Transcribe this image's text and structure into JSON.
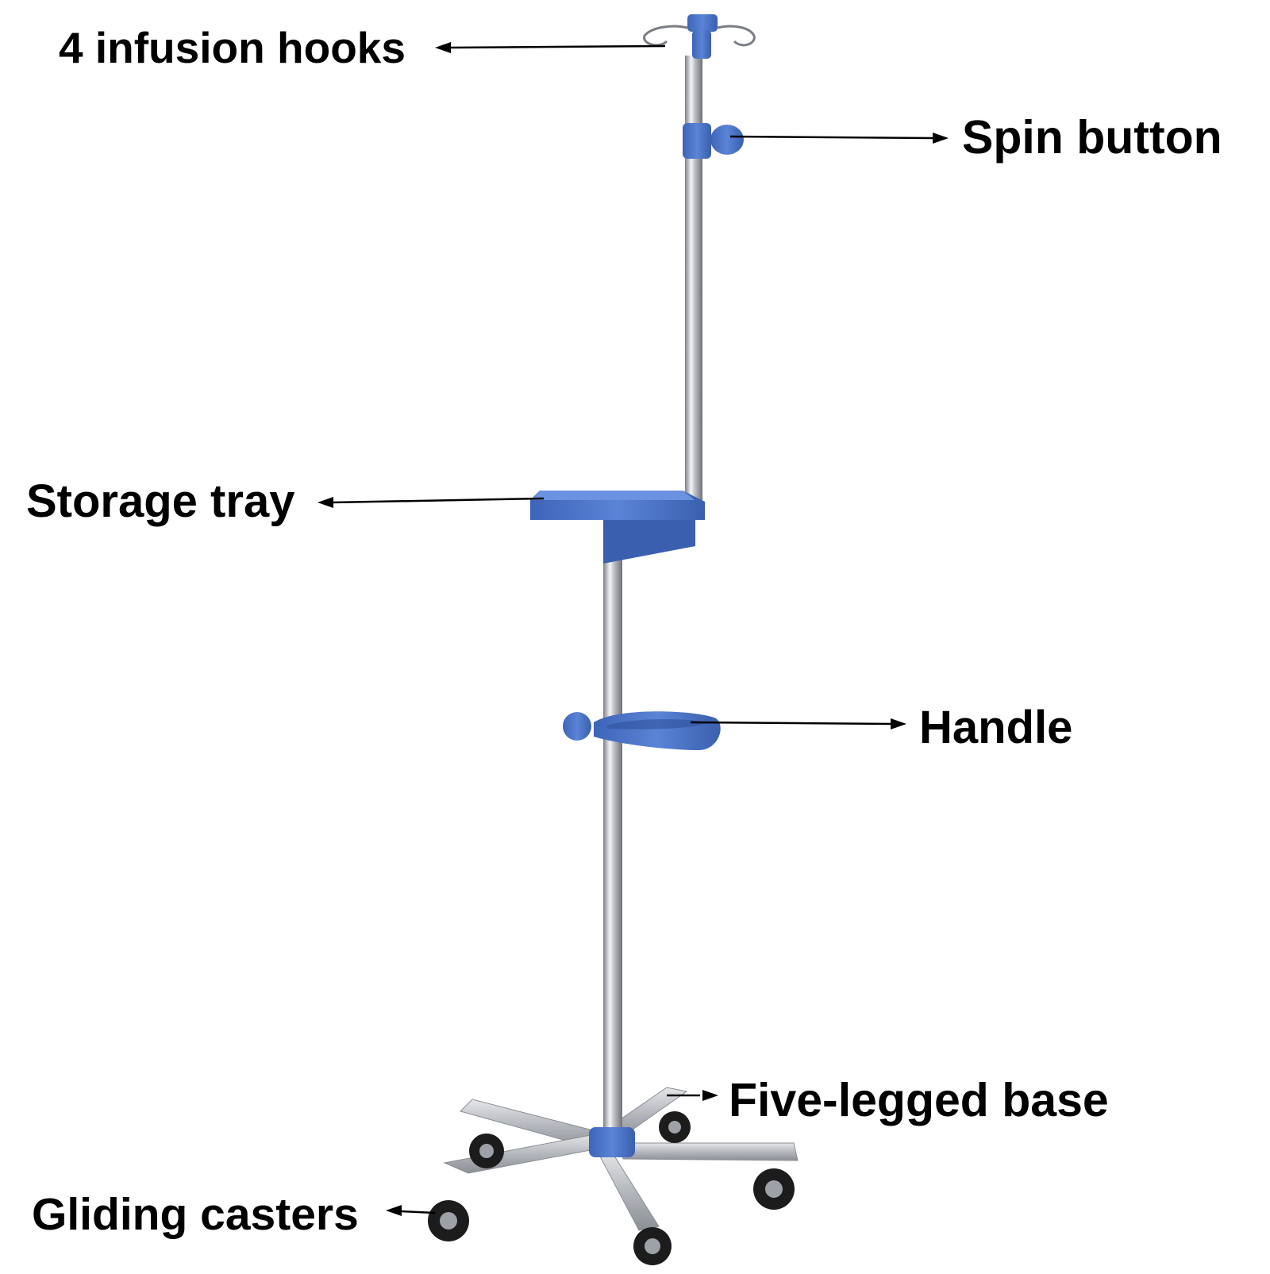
{
  "labels": {
    "infusion_hooks": "4 infusion hooks",
    "spin_button": "Spin button",
    "storage_tray": "Storage tray",
    "handle": "Handle",
    "five_legged_base": "Five-legged base",
    "gliding_casters": "Gliding casters"
  },
  "colors": {
    "accent_blue": "#4a74c9",
    "pole_steel": "#b9bcc2",
    "caster_black": "#1c1c1c",
    "text": "#000000"
  }
}
